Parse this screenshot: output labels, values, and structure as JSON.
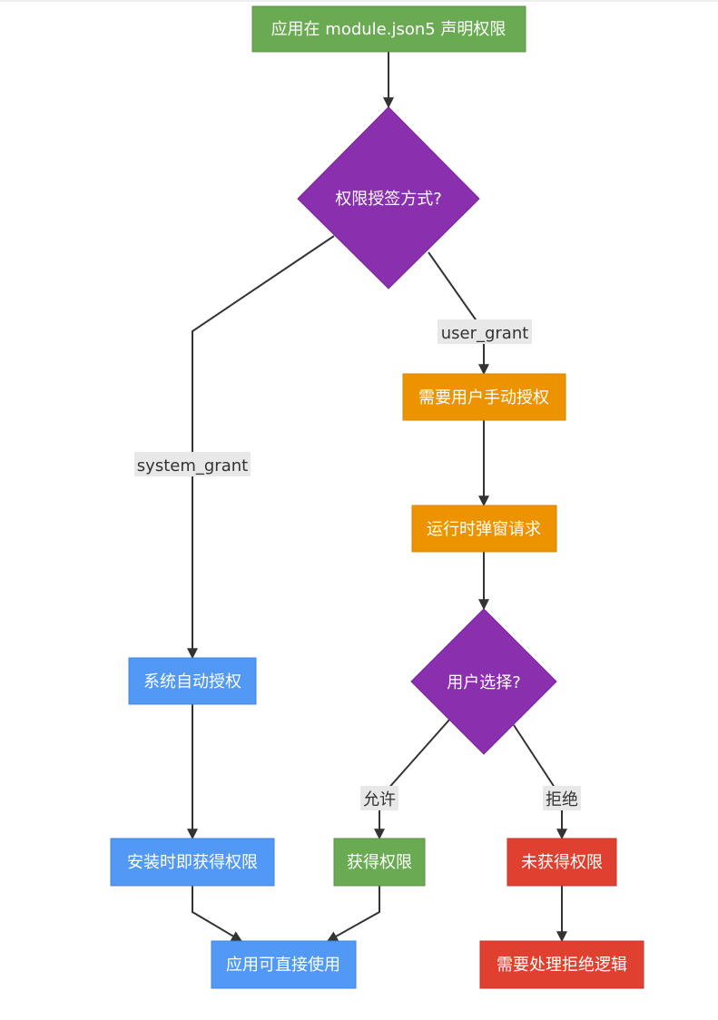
{
  "colors": {
    "green": "#6aaa52",
    "purple": "#8a2fae",
    "orange": "#ee9300",
    "blue": "#5298f5",
    "red": "#e04030",
    "edge": "#333333",
    "label_bg": "#e8e8e8"
  },
  "nodes": {
    "declare": "应用在 module.json5 声明权限",
    "grant_type": "权限授签方式?",
    "need_user": "需要用户手动授权",
    "runtime_popup": "运行时弹窗请求",
    "user_choice": "用户选择?",
    "system_auto": "系统自动授权",
    "install_granted": "安装时即获得权限",
    "granted": "获得权限",
    "not_granted": "未获得权限",
    "use_direct": "应用可直接使用",
    "handle_reject": "需要处理拒绝逻辑"
  },
  "edge_labels": {
    "user_grant": "user_grant",
    "system_grant": "system_grant",
    "allow": "允许",
    "reject": "拒绝"
  }
}
